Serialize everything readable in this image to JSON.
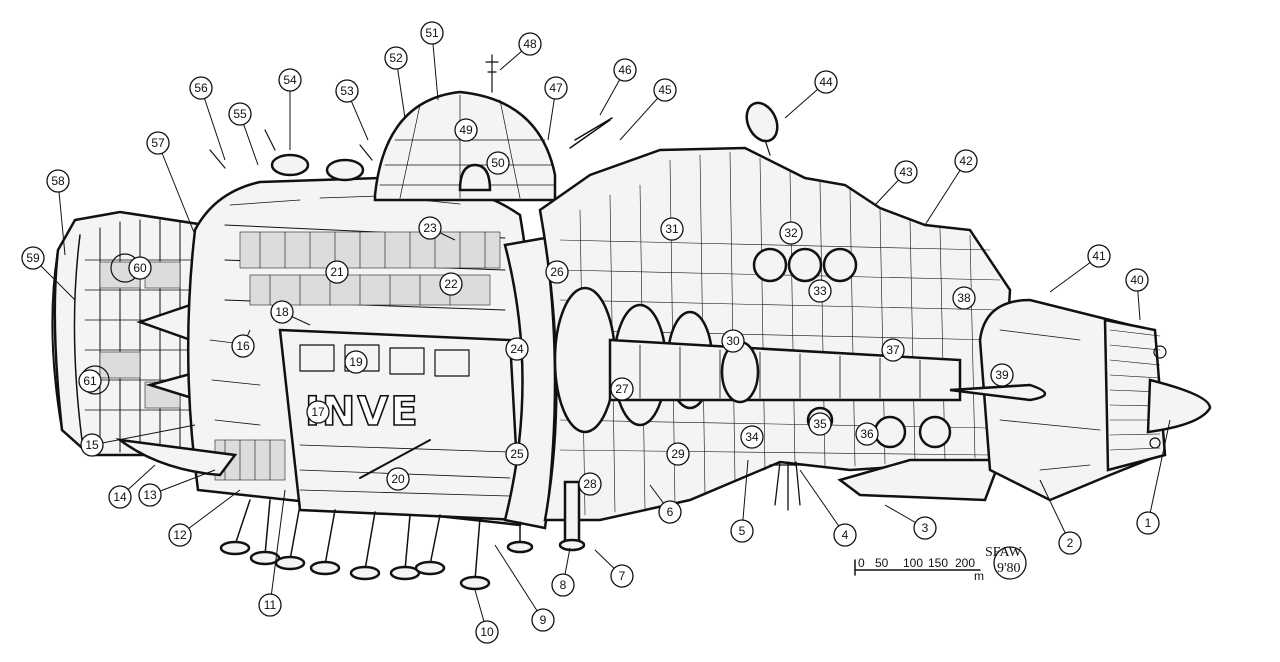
{
  "diagram": {
    "hull_lettering": "INVE",
    "callouts": [
      "1",
      "2",
      "3",
      "4",
      "5",
      "6",
      "7",
      "8",
      "9",
      "10",
      "11",
      "12",
      "13",
      "14",
      "15",
      "16",
      "17",
      "18",
      "19",
      "20",
      "21",
      "22",
      "23",
      "24",
      "25",
      "26",
      "27",
      "28",
      "29",
      "30",
      "31",
      "32",
      "33",
      "34",
      "35",
      "36",
      "37",
      "38",
      "39",
      "40",
      "41",
      "42",
      "43",
      "44",
      "45",
      "46",
      "47",
      "48",
      "49",
      "50",
      "51",
      "52",
      "53",
      "54",
      "55",
      "56",
      "57",
      "58",
      "59",
      "60",
      "61"
    ],
    "scale_bar": {
      "ticks": [
        "0",
        "50",
        "100",
        "150",
        "200"
      ],
      "unit": "m"
    },
    "signature": {
      "initials": "SFAW",
      "year": "9'80"
    }
  }
}
